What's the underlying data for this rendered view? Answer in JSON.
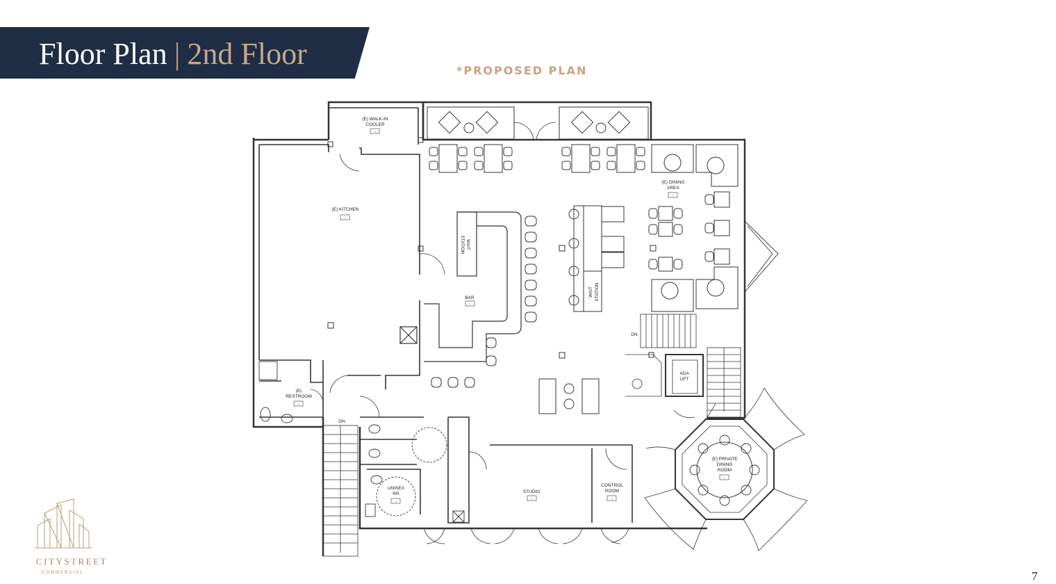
{
  "header": {
    "title_main": "Floor Plan",
    "title_separator": "|",
    "title_floor": "2nd Floor",
    "subtitle": "*PROPOSED PLAN"
  },
  "rooms": {
    "walkin_cooler": [
      "(E) WALK-IN",
      "COOLER"
    ],
    "kitchen": [
      "(E) KITCHEN"
    ],
    "dining_area": [
      "(E) DINING",
      "AREA"
    ],
    "wait_station_1": [
      "WAIT",
      "STATION"
    ],
    "wait_station_2": [
      "WAIT",
      "STATION"
    ],
    "bar": [
      "BAR"
    ],
    "restroom": [
      "(E)",
      "RESTROOM"
    ],
    "ada_lift": [
      "ADA",
      "LIFT"
    ],
    "unisex_rr": [
      "UNISEX",
      "RR"
    ],
    "studio": [
      "STUDIO"
    ],
    "control_room": [
      "CONTROL",
      "ROOM"
    ],
    "private_dining": [
      "(E) PRIVATE",
      "DINING",
      "ROOM"
    ]
  },
  "stairs": {
    "dn_upper": "DN",
    "dn_lower": "DN"
  },
  "room_tag": "-",
  "brand": {
    "name": "CITYSTREET",
    "sub": "COMMERCIAL"
  },
  "page_number": "7",
  "colors": {
    "banner": "#1f2d45",
    "gold": "#c5a98a",
    "line": "#333333"
  }
}
